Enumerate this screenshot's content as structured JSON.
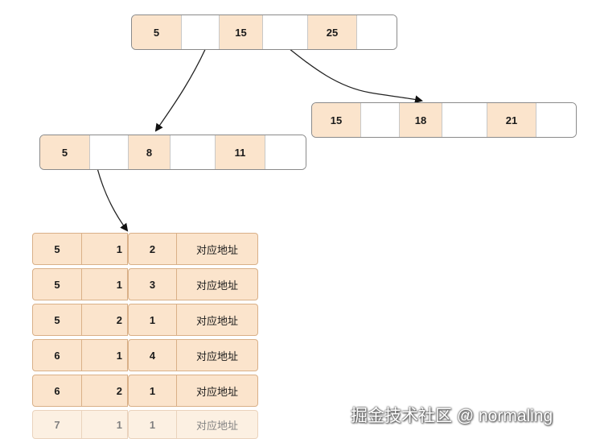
{
  "root_node": {
    "cells": [
      "5",
      "",
      "15",
      "",
      "25",
      ""
    ]
  },
  "left_node": {
    "cells": [
      "5",
      "",
      "8",
      "",
      "11",
      ""
    ]
  },
  "right_node": {
    "cells": [
      "15",
      "",
      "18",
      "",
      "21",
      ""
    ]
  },
  "leaf_table": {
    "rows": [
      [
        "5",
        "1",
        "2",
        "对应地址"
      ],
      [
        "5",
        "1",
        "3",
        "对应地址"
      ],
      [
        "5",
        "2",
        "1",
        "对应地址"
      ],
      [
        "6",
        "1",
        "4",
        "对应地址"
      ],
      [
        "6",
        "2",
        "1",
        "对应地址"
      ],
      [
        "7",
        "1",
        "1",
        "对应地址"
      ]
    ]
  },
  "watermark": "掘金技术社区 @ normaling"
}
